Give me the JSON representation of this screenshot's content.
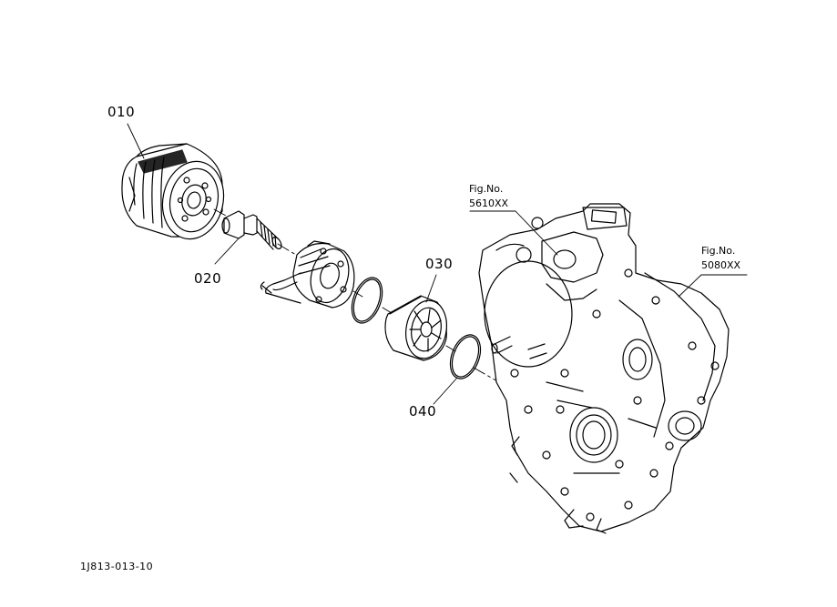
{
  "parts": [
    {
      "id": "010"
    },
    {
      "id": "020"
    },
    {
      "id": "030"
    },
    {
      "id": "040"
    }
  ],
  "figure_refs": [
    {
      "caption": "Fig.No.",
      "number": "5610XX"
    },
    {
      "caption": "Fig.No.",
      "number": "5080XX"
    }
  ],
  "drawing_code": "1J813-013-10",
  "colors": {
    "ink": "#000000",
    "paper": "#ffffff"
  }
}
